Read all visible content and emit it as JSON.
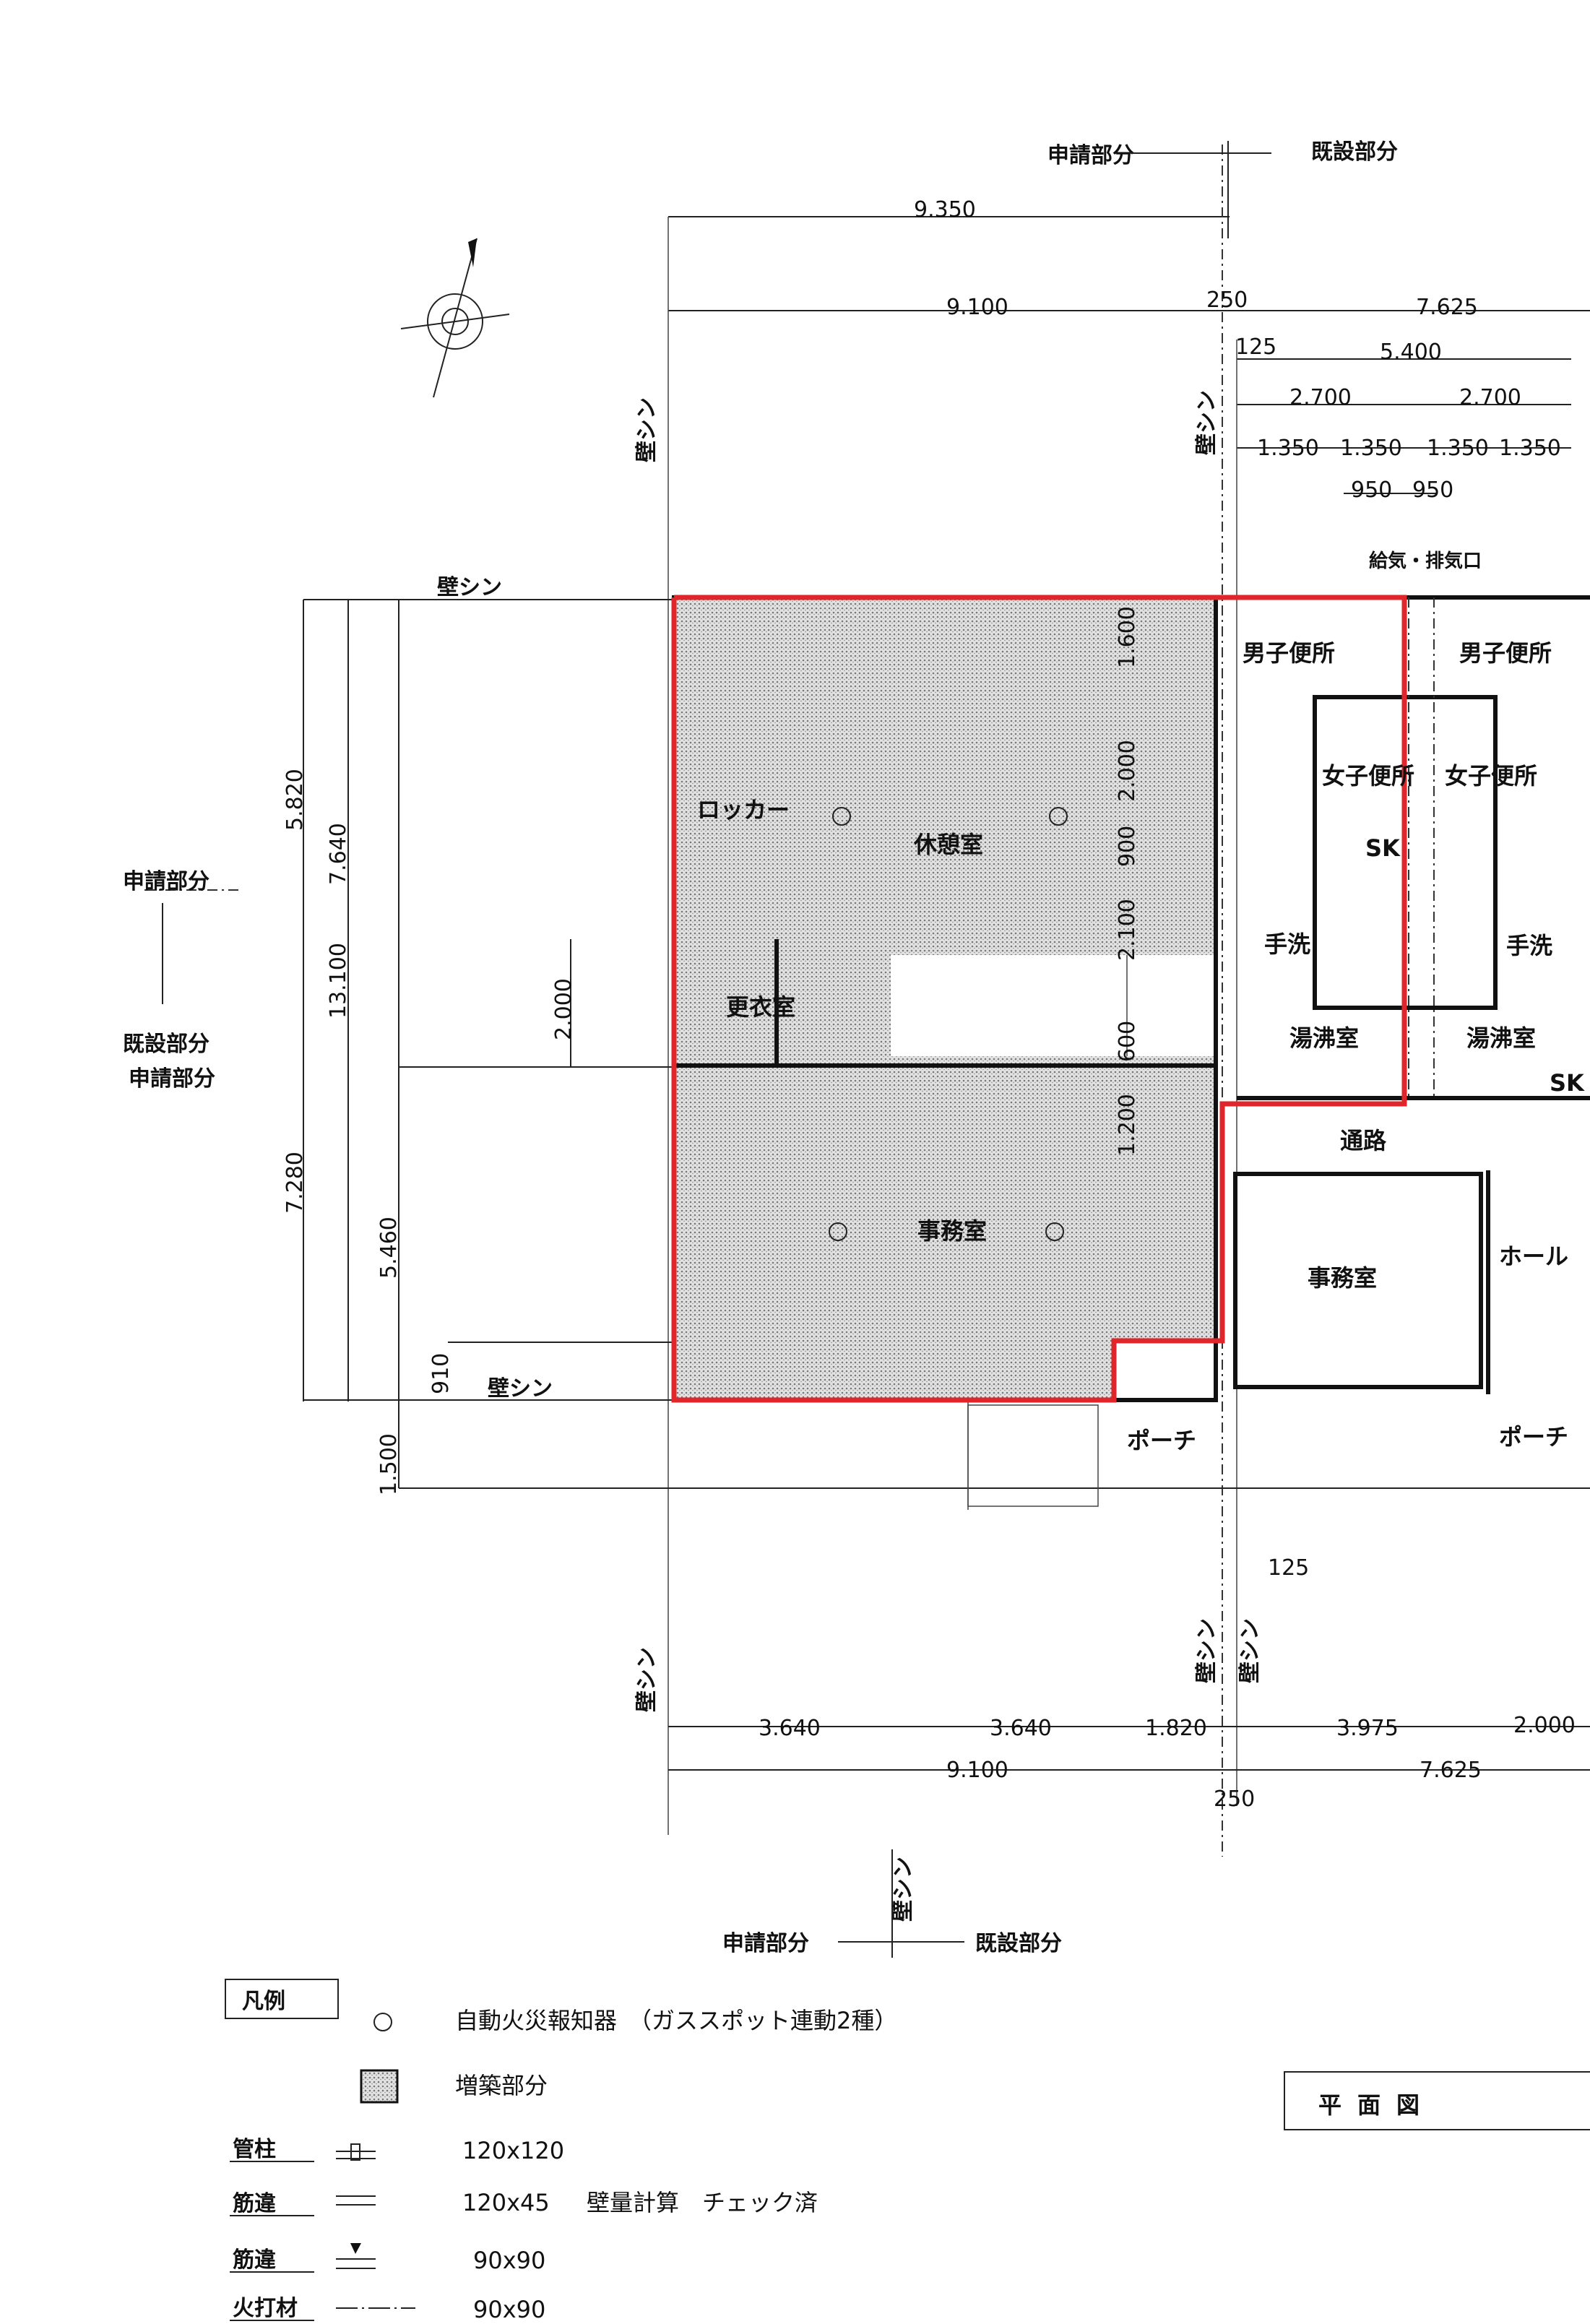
{
  "colors": {
    "outline": "#e0262b",
    "ink": "#111111",
    "shade": "#cfcfcf"
  },
  "top": {
    "apply": "申請部分",
    "existing": "既設部分"
  },
  "dims_top": {
    "d9350": "9.350",
    "d9100": "9.100",
    "d250": "250",
    "d7625": "7.625",
    "d125": "125",
    "d5400": "5.400",
    "d2700a": "2.700",
    "d2700b": "2.700",
    "d1350a": "1.350",
    "d1350b": "1.350",
    "d1350c": "1.350",
    "d1350d": "1.350",
    "d950a": "950",
    "d950b": "950"
  },
  "wall_center": "壁シン",
  "dims_left": {
    "d5820": "5.820",
    "d7640": "7.640",
    "d13100": "13.100",
    "d7280": "7.280",
    "d5460": "5.460",
    "d2000": "2.000",
    "d910": "910",
    "d1500": "1.500"
  },
  "left_marks": {
    "apply1": "申請部分",
    "existing": "既設部分",
    "apply2": "申請部分"
  },
  "dims_inner": {
    "d1600": "1.600",
    "d2000": "2.000",
    "d900": "900",
    "d2100": "2.100",
    "d600": "600",
    "d1200": "1.200"
  },
  "rooms": {
    "locker": "ロッカー",
    "rest": "休憩室",
    "changing": "更衣室",
    "office1": "事務室",
    "office2": "事務室",
    "corridor": "通路",
    "hall": "ホール",
    "porch1": "ポーチ",
    "porch2": "ポーチ",
    "men1": "男子便所",
    "men2": "男子便所",
    "women1": "女子便所",
    "women2": "女子便所",
    "sk1": "SK",
    "sk2": "SK",
    "wash1": "手洗",
    "wash2": "手洗",
    "kitchen1": "湯沸室",
    "kitchen2": "湯沸室",
    "vent": "給気・排気口"
  },
  "dims_bottom": {
    "d3640a": "3.640",
    "d3640b": "3.640",
    "d1820": "1.820",
    "d3975": "3.975",
    "d2000": "2.000",
    "d9100": "9.100",
    "d7625": "7.625",
    "d250": "250",
    "d125": "125"
  },
  "bottom": {
    "apply": "申請部分",
    "existing": "既設部分"
  },
  "legend": {
    "title": "凡例",
    "detector": "自動火災報知器　（ガススポット連動2種）",
    "extension": "増築部分",
    "column_label": "管柱",
    "column_value": "120x120",
    "brace1_label": "筋違",
    "brace1_value": "120x45",
    "brace1_note": "壁量計算　チェック済",
    "brace2_label": "筋違",
    "brace2_value": "90x90",
    "stud_label": "火打材",
    "stud_value": "90x90"
  },
  "drawing_title": "平面図"
}
